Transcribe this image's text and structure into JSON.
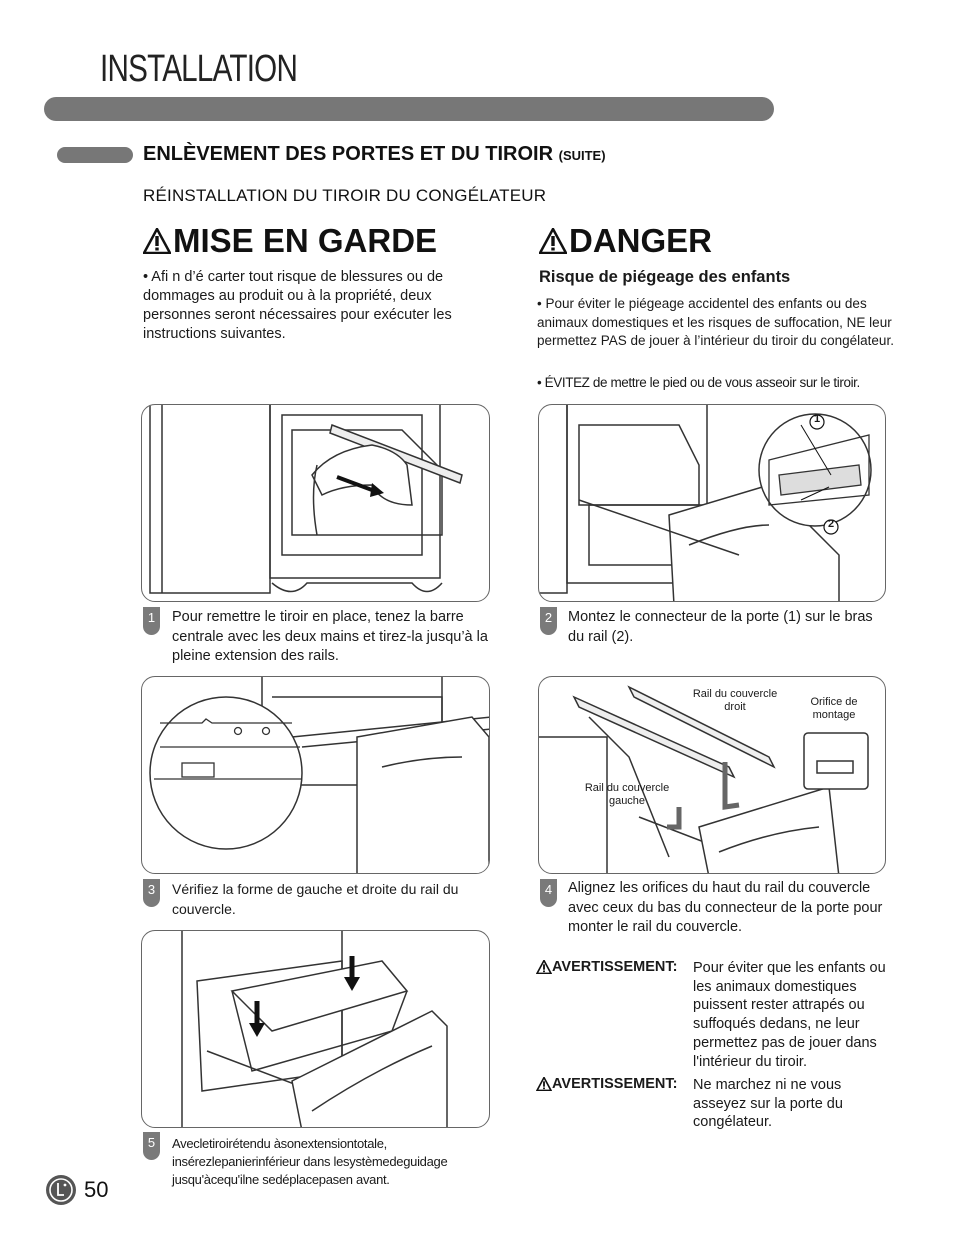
{
  "header": {
    "page_title": "INSTALLATION",
    "section_title": "ENLÈVEMENT DES PORTES ET DU TIROIR",
    "section_suffix": "(SUITE)",
    "subsection_title": "RÉINSTALLATION DU TIROIR DU CONGÉLATEUR"
  },
  "caution": {
    "heading": "MISE EN GARDE",
    "bullet": "• Afi n d’é carter tout risque de blessures ou de dommages au produit ou à la propriété, deux personnes seront nécessaires pour exécuter les instructions suivantes."
  },
  "danger": {
    "heading": "DANGER",
    "subheading": "Risque de piégeage des enfants",
    "bullets": [
      "• Pour éviter le piégeage accidentel des enfants ou des animaux domestiques et les risques de suffocation, NE leur permettez PAS de jouer à l’intérieur du tiroir du congélateur.",
      "• ÉVITEZ de mettre le pied ou de vous asseoir sur le tiroir."
    ]
  },
  "steps": [
    {
      "number": "1",
      "text": "Pour remettre le tiroir en place, tenez la barre centrale avec les deux mains et tirez-la jusqu’à la pleine extension des rails."
    },
    {
      "number": "2",
      "text": "Montez le connecteur de la porte (1) sur le bras du rail (2)."
    },
    {
      "number": "3",
      "text": "Vérifiez la forme de gauche et droite du rail du couvercle."
    },
    {
      "number": "4",
      "text": "Alignez les orifices du haut du rail du couvercle avec ceux du bas du connecteur de la porte pour monter le rail du couvercle."
    },
    {
      "number": "5",
      "text": "Avecletiroirétendu àsonextensiontotale, insérezlepanierinférieur dans lesystèmedeguidage jusqu'àcequ'ilne sedéplacepasen avant."
    }
  ],
  "figure2_callouts": [
    "1",
    "2"
  ],
  "figure4_labels": {
    "right_rail": "Rail du couvercle droit",
    "mount_hole": "Orifice de montage",
    "left_rail": "Rail du couvercle gauche"
  },
  "warnings": [
    {
      "label": "AVERTISSEMENT:",
      "text": "Pour éviter que les enfants ou les animaux domestiques puissent rester attrapés ou suffoqués dedans, ne leur permettez pas de jouer dans l'intérieur du tiroir."
    },
    {
      "label": "AVERTISSEMENT:",
      "text": "Ne marchez ni ne vous asseyez sur la porte du congélateur."
    }
  ],
  "footer": {
    "page_number": "50",
    "logo": "lg-logo-icon"
  }
}
